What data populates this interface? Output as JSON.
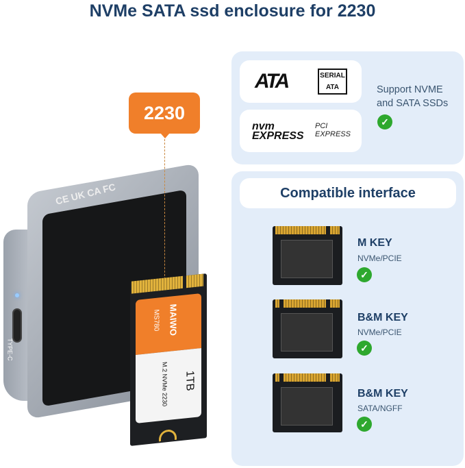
{
  "title": "NVMe SATA ssd enclosure for 2230",
  "badge": "2230",
  "enclosure": {
    "port_label": "TYPE-C",
    "cert_marks": "CE UK CA FC"
  },
  "ssd_label": {
    "brand": "MAIWO",
    "model": "MS780",
    "capacity": "1TB",
    "type": "M.2 NVMe 2230"
  },
  "support": {
    "logos": [
      "ATA",
      "SERIAL ATA",
      "nvm EXPRESS",
      "PCI EXPRESS"
    ],
    "text_line1": "Support NVME",
    "text_line2": "and SATA SSDs"
  },
  "compat": {
    "heading": "Compatible interface",
    "items": [
      {
        "key": "M KEY",
        "protocol": "NVMe/PCIE"
      },
      {
        "key": "B&M KEY",
        "protocol": "NVMe/PCIE"
      },
      {
        "key": "B&M KEY",
        "protocol": "SATA/NGFF"
      }
    ]
  },
  "colors": {
    "accent": "#f07f2a",
    "title": "#1e3f66",
    "check": "#2ea82e"
  }
}
